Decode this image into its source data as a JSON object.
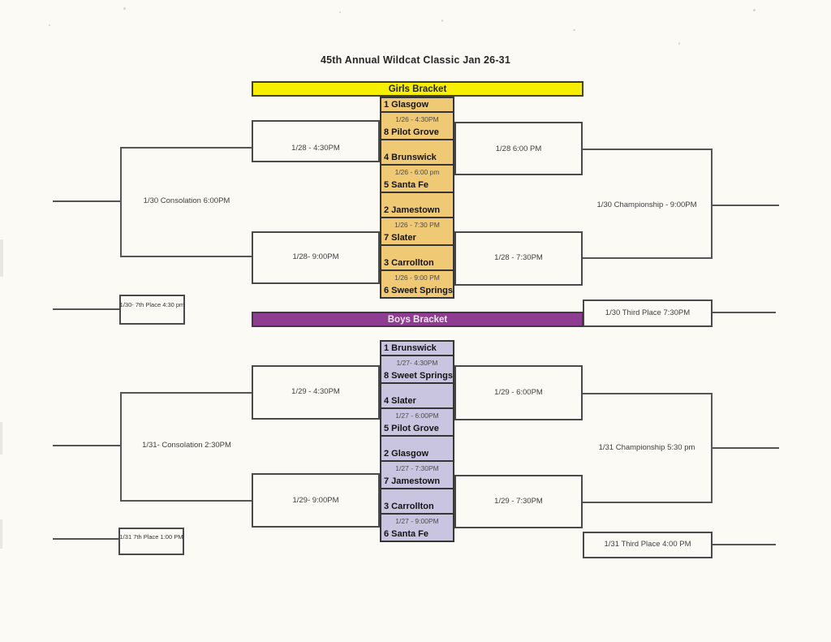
{
  "title": "45th Annual Wildcat Classic Jan 26-31",
  "colors": {
    "girls_header_bg": "#f7ef00",
    "girls_column_bg": "#efc973",
    "boys_header_bg": "#8e3d90",
    "boys_column_bg": "#c9c5e0"
  },
  "girls": {
    "header_label": "Girls Bracket",
    "column": [
      {
        "kind": "team",
        "text": "1 Glasgow"
      },
      {
        "kind": "time",
        "text": "1/26 - 4:30PM"
      },
      {
        "kind": "team",
        "text": "8 Pilot Grove"
      },
      {
        "kind": "spacer",
        "text": ""
      },
      {
        "kind": "team",
        "text": "4 Brunswick"
      },
      {
        "kind": "time",
        "text": "1/26 - 6:00 pm"
      },
      {
        "kind": "team",
        "text": "5 Santa Fe"
      },
      {
        "kind": "spacer",
        "text": ""
      },
      {
        "kind": "team",
        "text": "2 Jamestown"
      },
      {
        "kind": "time",
        "text": "1/26 - 7:30 PM"
      },
      {
        "kind": "team",
        "text": "7 Slater"
      },
      {
        "kind": "spacer",
        "text": ""
      },
      {
        "kind": "team",
        "text": "3 Carrollton"
      },
      {
        "kind": "time",
        "text": "1/26 - 9:00 PM"
      },
      {
        "kind": "team",
        "text": "6 Sweet Springs"
      }
    ],
    "left_semi_top": "1/28 - 4:30PM",
    "left_semi_bottom": "1/28- 9:00PM",
    "right_semi_top": "1/28 6:00 PM",
    "right_semi_bottom": "1/28 - 7:30PM",
    "consolation_final": "1/30 Consolation 6:00PM",
    "championship": "1/30 Championship - 9:00PM",
    "seventh_place": "1/30- 7th Place 4:30 pm",
    "third_place": "1/30 Third Place 7:30PM"
  },
  "boys": {
    "header_label": "Boys Bracket",
    "column": [
      {
        "kind": "team",
        "text": "1 Brunswick"
      },
      {
        "kind": "time",
        "text": "1/27- 4:30PM"
      },
      {
        "kind": "team",
        "text": "8 Sweet Springs"
      },
      {
        "kind": "spacer",
        "text": ""
      },
      {
        "kind": "team",
        "text": "4 Slater"
      },
      {
        "kind": "time",
        "text": "1/27 - 6:00PM"
      },
      {
        "kind": "team",
        "text": "5 Pilot Grove"
      },
      {
        "kind": "spacer",
        "text": ""
      },
      {
        "kind": "team",
        "text": "2 Glasgow"
      },
      {
        "kind": "time",
        "text": "1/27 - 7:30PM"
      },
      {
        "kind": "team",
        "text": "7 Jamestown"
      },
      {
        "kind": "spacer",
        "text": ""
      },
      {
        "kind": "team",
        "text": "3 Carrollton"
      },
      {
        "kind": "time",
        "text": "1/27 - 9:00PM"
      },
      {
        "kind": "team",
        "text": "6 Santa Fe"
      }
    ],
    "left_semi_top": "1/29 - 4:30PM",
    "left_semi_bottom": "1/29- 9:00PM",
    "right_semi_top": "1/29 - 6:00PM",
    "right_semi_bottom": "1/29 - 7:30PM",
    "consolation_final": "1/31- Consolation 2:30PM",
    "championship": "1/31 Championship 5:30 pm",
    "seventh_place": "1/31 7th Place 1:00 PM",
    "third_place": "1/31 Third Place 4:00 PM"
  }
}
